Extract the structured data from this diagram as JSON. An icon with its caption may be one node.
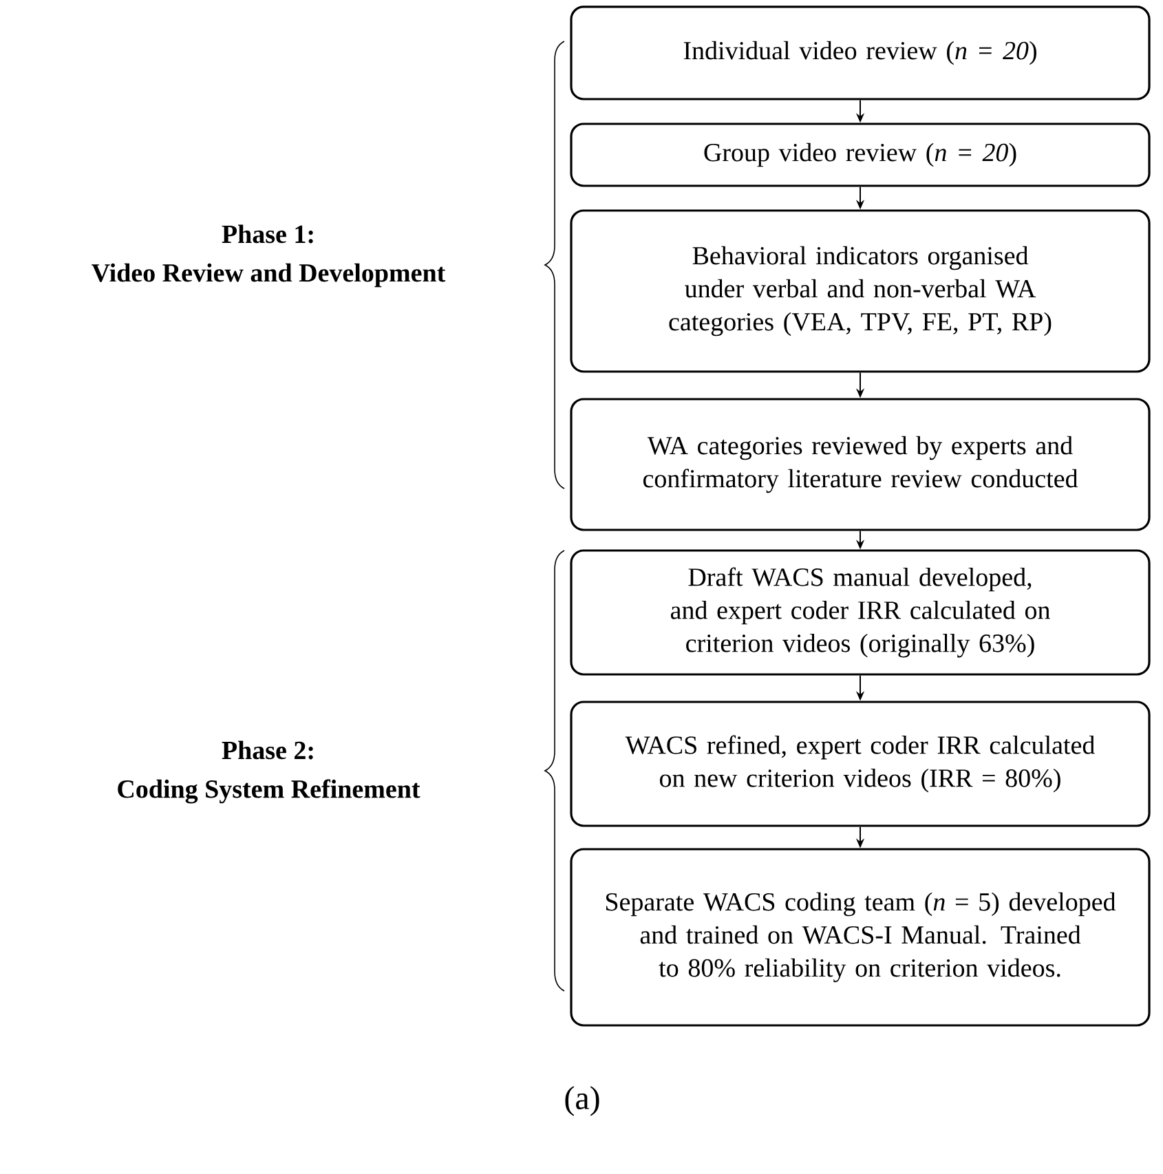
{
  "diagram": {
    "caption": "(a)",
    "nodes": [
      {
        "text": [
          "Individual video review (*n = 20*)"
        ]
      },
      {
        "text": [
          "Group video review (*n = 20*)"
        ]
      },
      {
        "text": [
          "Behavioral indicators organised under verbal and non-verbal WA categories (VEA, TPV, FE, PT, RP)"
        ]
      },
      {
        "text": [
          "WA categories reviewed by experts and confirmatory literature review conducted"
        ]
      },
      {
        "text": [
          "Draft WACS manual developed, and expert coder IRR calculated on criterion videos (originally 63%)"
        ]
      },
      {
        "text": [
          "WACS refined, expert coder IRR calculated on new criterion videos (IRR = 80%)"
        ]
      },
      {
        "text": [
          "Separate WACS coding team (*n* = 5) developed and trained on WACS-I Manual. Trained to 80% reliability on criterion videos."
        ]
      }
    ],
    "edges": [
      {
        "from": 0,
        "to": 1,
        "arrow": "to"
      },
      {
        "from": 1,
        "to": 2,
        "arrow": "to"
      },
      {
        "from": 2,
        "to": 3,
        "arrow": "to"
      },
      {
        "from": 3,
        "to": 4,
        "arrow": "to"
      },
      {
        "from": 4,
        "to": 5,
        "arrow": "to"
      },
      {
        "from": 5,
        "to": 6,
        "arrow": "to"
      }
    ],
    "labels": [
      "Phase 1:",
      "Video Review and Development",
      "Phase 2:",
      "Coding System Refinement"
    ]
  }
}
